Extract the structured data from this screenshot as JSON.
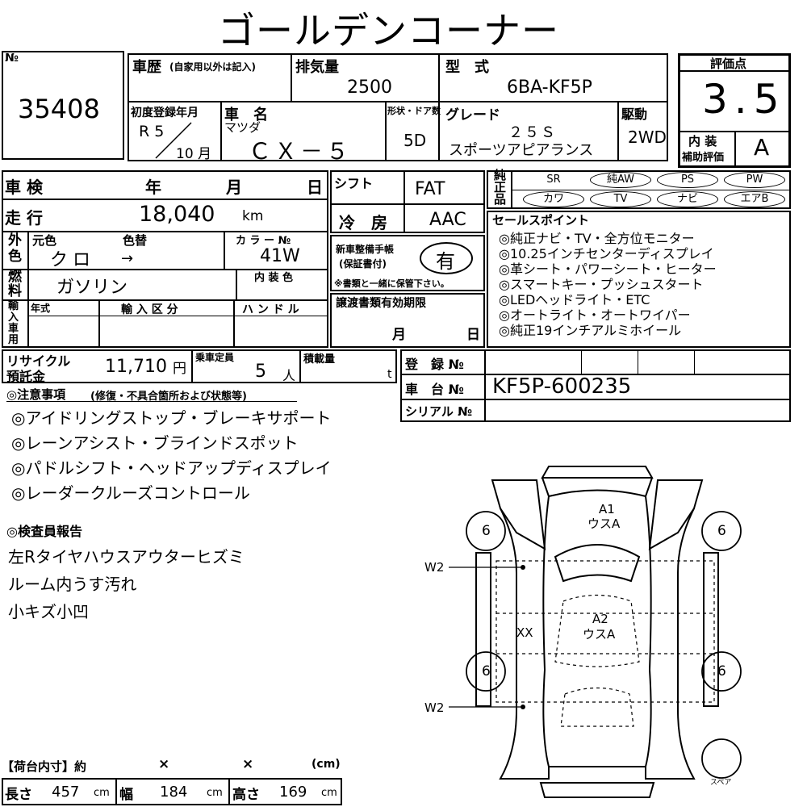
{
  "title": "ゴールデンコーナー",
  "no_label": "№",
  "no_value": "35408",
  "history": {
    "label": "車歴",
    "sub": "(自家用以外は記入)"
  },
  "displacement": {
    "label": "排気量",
    "value": "2500"
  },
  "model": {
    "label": "型　式",
    "value": "6BA-KF5P"
  },
  "rating": {
    "label": "評価点",
    "value": "3.5",
    "interior_label_1": "内 装",
    "interior_label_2": "補助評価",
    "interior_value": "A"
  },
  "first_reg": {
    "label": "初度登録年月",
    "era": "R 5",
    "month": "10 月"
  },
  "car_name": {
    "label": "車　名",
    "maker": "マツダ",
    "value": "ＣＸ－５"
  },
  "body": {
    "label": "形状・ドア数",
    "value": "5D"
  },
  "grade": {
    "label": "グレード",
    "line1": "２５Ｓ",
    "line2": "スポーツアピアランス"
  },
  "drive": {
    "label": "駆動",
    "value": "2WD"
  },
  "inspection": {
    "label": "車 検",
    "year": "年",
    "month": "月",
    "day": "日"
  },
  "shift": {
    "label": "シフト",
    "value": "FAT"
  },
  "mileage": {
    "label": "走 行",
    "value": "18,040",
    "unit": "km"
  },
  "aircon": {
    "label": "冷　房",
    "value": "AAC"
  },
  "color": {
    "side": "外色",
    "orig_label": "元色",
    "change_label": "色替",
    "orig": "クロ",
    "arrow": "→",
    "code_label": "カ ラ ー №",
    "code": "41W"
  },
  "fuel": {
    "side": "燃料",
    "value": "ガソリン",
    "interior_color_label": "内 装 色"
  },
  "import": {
    "side": "輸入車用",
    "year_label": "年式",
    "div_label": "輸 入 区 分",
    "handle_label": "ハ ン ド ル"
  },
  "maintenance": {
    "line1": "新車整備手帳",
    "line2": "(保証書付)",
    "value": "有",
    "note": "※書類と一緒に保管下さい。"
  },
  "transfer": {
    "label": "譲渡書類有効期限",
    "month": "月",
    "day": "日"
  },
  "genuine": {
    "side": "純正品",
    "row1": [
      {
        "text": "SR",
        "circled": false
      },
      {
        "text": "純AW",
        "circled": true
      },
      {
        "text": "PS",
        "circled": true
      },
      {
        "text": "PW",
        "circled": true
      }
    ],
    "row2": [
      {
        "text": "カワ",
        "circled": true
      },
      {
        "text": "TV",
        "circled": true
      },
      {
        "text": "ナビ",
        "circled": true
      },
      {
        "text": "エアB",
        "circled": true
      }
    ]
  },
  "sales_points": {
    "label": "セールスポイント",
    "items": [
      "◎純正ナビ・TV・全方位モニター",
      "◎10.25インチセンターディスプレイ",
      "◎革シート・パワーシート・ヒーター",
      "◎スマートキー・プッシュスタート",
      "◎LEDヘッドライト・ETC",
      "◎オートライト・オートワイパー",
      "◎純正19インチアルミホイール"
    ]
  },
  "recycle": {
    "label1": "リサイクル",
    "label2": "預託金",
    "value": "11,710",
    "unit": "円"
  },
  "capacity": {
    "label": "乗車定員",
    "value": "5",
    "unit": "人"
  },
  "load": {
    "label": "積載量",
    "unit": "t"
  },
  "registration": {
    "label": "登　録 №"
  },
  "chassis": {
    "label": "車　台 №",
    "value": "KF5P-600235"
  },
  "serial": {
    "label": "シリアル №"
  },
  "caution": {
    "label": "◎注意事項",
    "sub": "(修復・不具合箇所および状態等)",
    "items": [
      "◎アイドリングストップ・ブレーキサポート",
      "◎レーンアシスト・ブラインドスポット",
      "◎パドルシフト・ヘッドアップディスプレイ",
      "◎レーダークルーズコントロール"
    ]
  },
  "inspector": {
    "label": "◎検査員報告",
    "items": [
      "左Rタイヤハウスアウターヒズミ",
      "ルーム内うす汚れ",
      "小キズ小凹"
    ]
  },
  "cargo": {
    "label": "【荷台内寸】約",
    "x1": "×",
    "x2": "×",
    "unit": "(cm)"
  },
  "dims": {
    "length_label": "長さ",
    "length": "457",
    "width_label": "幅",
    "width": "184",
    "height_label": "高さ",
    "height": "169",
    "unit": "cm"
  },
  "diagram": {
    "a1": "A1",
    "a1_note": "ウスA",
    "a2": "A2",
    "a2_note": "ウスA",
    "xx": "XX",
    "w2_top": "W2",
    "w2_bottom": "W2",
    "tire": "6",
    "spare": "スペア"
  }
}
